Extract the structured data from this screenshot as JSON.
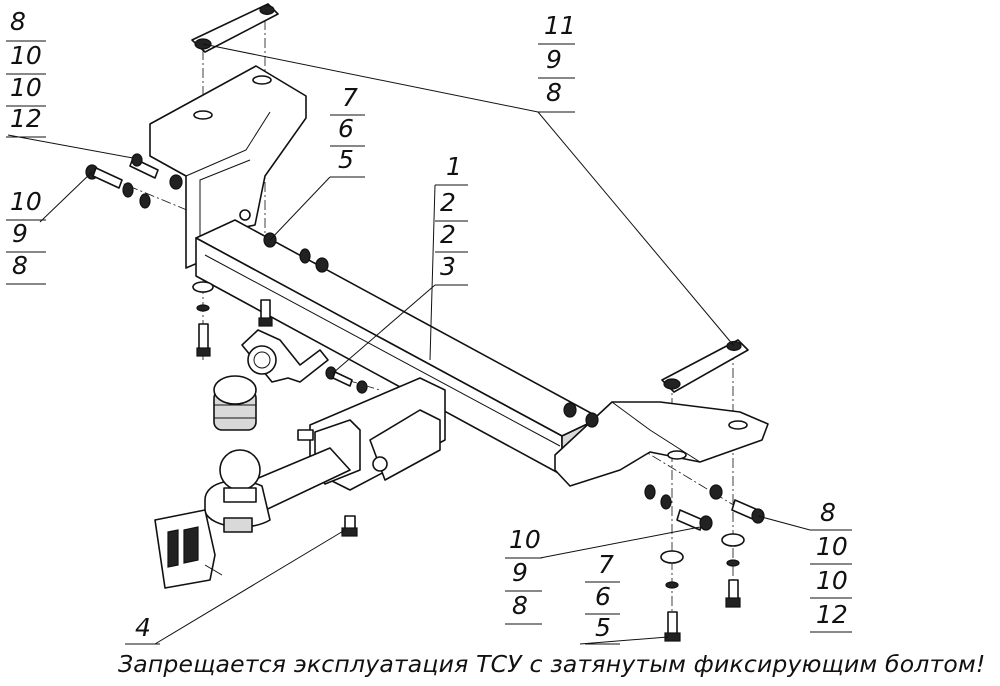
{
  "callouts": {
    "top_left": [
      "8",
      "10",
      "10",
      "12"
    ],
    "left_mid": [
      "10",
      "9",
      "8"
    ],
    "upper_center": [
      "7",
      "6",
      "5"
    ],
    "center": [
      "1",
      "2",
      "2",
      "3"
    ],
    "top_right": [
      "11",
      "9",
      "8"
    ],
    "bottom_right": [
      "8",
      "10",
      "10",
      "12"
    ],
    "bottom_center_a": [
      "10",
      "9",
      "8"
    ],
    "bottom_center_b": [
      "7",
      "6",
      "5"
    ],
    "bottom_left": [
      "4"
    ]
  },
  "warning_text": "Запрещается эксплуатация ТСУ с затянутым фиксирующим болтом!"
}
